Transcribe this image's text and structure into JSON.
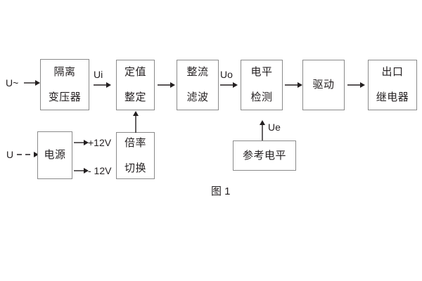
{
  "diagram": {
    "caption": "图 1",
    "blocks": [
      {
        "id": "isolation-transformer",
        "lines": [
          "隔离",
          "变压器"
        ]
      },
      {
        "id": "setting-value",
        "lines": [
          "定值",
          "整定"
        ]
      },
      {
        "id": "rectify-filter",
        "lines": [
          "整流",
          "滤波"
        ]
      },
      {
        "id": "level-detection",
        "lines": [
          "电平",
          "检测"
        ]
      },
      {
        "id": "drive",
        "lines": [
          "驱动"
        ]
      },
      {
        "id": "output-relay",
        "lines": [
          "出口",
          "继电器"
        ]
      },
      {
        "id": "power-supply",
        "lines": [
          "电源"
        ]
      },
      {
        "id": "multiplier-switch",
        "lines": [
          "倍率",
          "切换"
        ]
      },
      {
        "id": "reference-level",
        "lines": [
          "参考电平"
        ]
      }
    ],
    "signals": {
      "ac_input": "U~",
      "dc_input": "U",
      "ui": "Ui",
      "uo": "Uo",
      "ue": "Ue",
      "plus12v": "+12V",
      "minus12v": "- 12V"
    },
    "colors": {
      "border": "#8a8a8a",
      "text": "#231f20",
      "background": "#ffffff",
      "arrow": "#231f20"
    }
  }
}
